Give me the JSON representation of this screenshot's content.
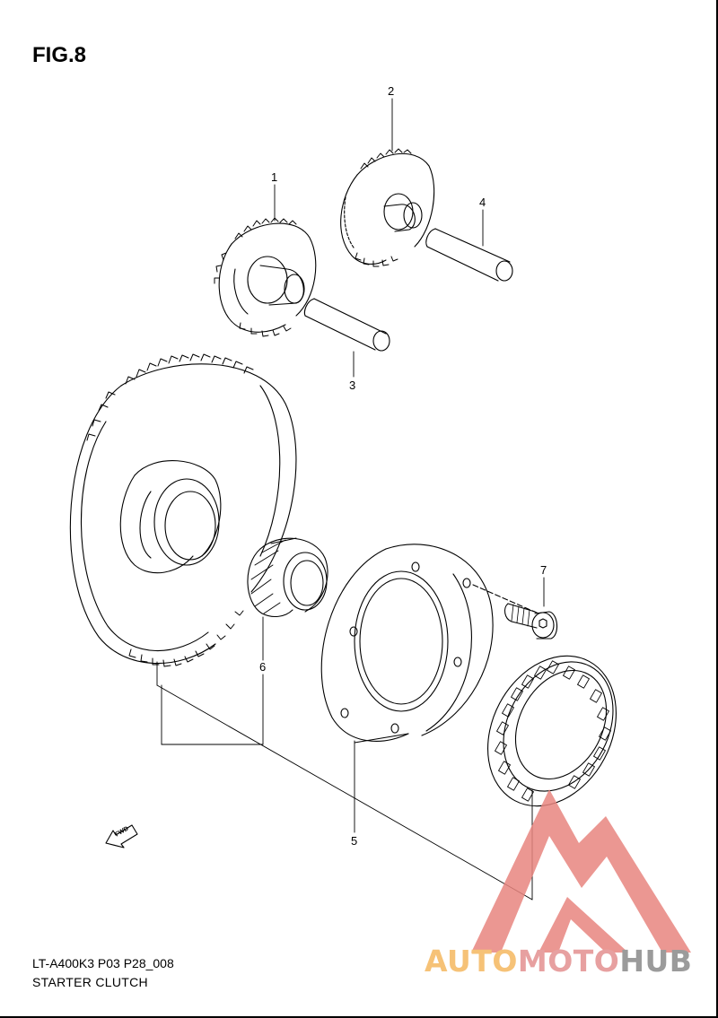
{
  "figure": {
    "title": "FIG.8",
    "code": "LT-A400K3 P03 P28_008",
    "caption": "STARTER CLUTCH"
  },
  "callouts": [
    "1",
    "2",
    "3",
    "4",
    "5",
    "6",
    "7"
  ],
  "fwd_label": "FWD",
  "watermark": {
    "part_a": "AUTO",
    "part_b": "MOTO",
    "part_c": "HUB",
    "colors": {
      "auto": "#f6c277",
      "moto": "#e7a0a0",
      "hub": "#9b9b9b",
      "triangle": "#e8857f"
    }
  }
}
